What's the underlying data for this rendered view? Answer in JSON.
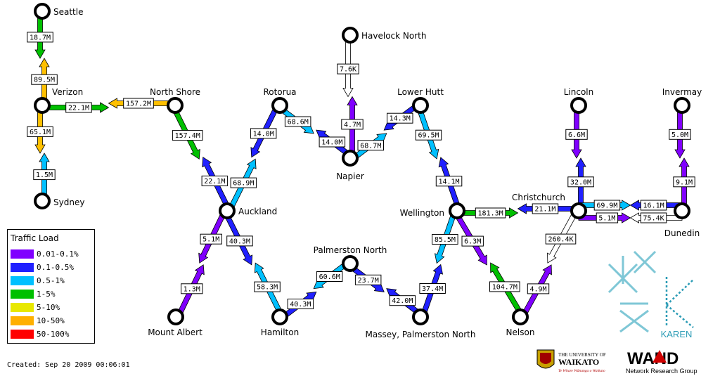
{
  "nodes": [
    {
      "id": "seattle",
      "name": "Seattle"
    },
    {
      "id": "verizon",
      "name": "Verizon"
    },
    {
      "id": "sydney",
      "name": "Sydney"
    },
    {
      "id": "northshore",
      "name": "North Shore"
    },
    {
      "id": "auckland",
      "name": "Auckland"
    },
    {
      "id": "mountalbert",
      "name": "Mount Albert"
    },
    {
      "id": "hamilton",
      "name": "Hamilton"
    },
    {
      "id": "rotorua",
      "name": "Rotorua"
    },
    {
      "id": "havelock",
      "name": "Havelock North"
    },
    {
      "id": "napier",
      "name": "Napier"
    },
    {
      "id": "lowerhutt",
      "name": "Lower Hutt"
    },
    {
      "id": "palmerston",
      "name": "Palmerston North"
    },
    {
      "id": "massey",
      "name": "Massey, Palmerston North"
    },
    {
      "id": "wellington",
      "name": "Wellington"
    },
    {
      "id": "nelson",
      "name": "Nelson"
    },
    {
      "id": "christchurch",
      "name": "Christchurch"
    },
    {
      "id": "lincoln",
      "name": "Lincoln"
    },
    {
      "id": "invermay",
      "name": "Invermay"
    },
    {
      "id": "dunedin",
      "name": "Dunedin"
    }
  ],
  "links": [
    {
      "from": "verizon",
      "to": "seattle",
      "value": "89.5M",
      "color": "#ffc000"
    },
    {
      "from": "seattle",
      "to": "verizon",
      "value": "18.7M",
      "color": "#00c000"
    },
    {
      "from": "verizon",
      "to": "sydney",
      "value": "65.1M",
      "color": "#ffc000"
    },
    {
      "from": "sydney",
      "to": "verizon",
      "value": "1.5M",
      "color": "#00c0ff"
    },
    {
      "from": "northshore",
      "to": "verizon",
      "value": "157.2M",
      "color": "#ffc000"
    },
    {
      "from": "verizon",
      "to": "northshore",
      "value": "22.1M",
      "color": "#00c000"
    },
    {
      "from": "northshore",
      "to": "auckland",
      "value": "157.4M",
      "color": "#00c000"
    },
    {
      "from": "auckland",
      "to": "northshore",
      "value": "22.1M",
      "color": "#2020ff"
    },
    {
      "from": "auckland",
      "to": "rotorua",
      "value": "68.9M",
      "color": "#00c0ff"
    },
    {
      "from": "rotorua",
      "to": "auckland",
      "value": "14.0M",
      "color": "#2020ff"
    },
    {
      "from": "rotorua",
      "to": "napier",
      "value": "68.6M",
      "color": "#00c0ff"
    },
    {
      "from": "napier",
      "to": "rotorua",
      "value": "14.0M",
      "color": "#2020ff"
    },
    {
      "from": "havelock",
      "to": "napier",
      "value": "7.6K",
      "color": "#ffffff"
    },
    {
      "from": "napier",
      "to": "havelock",
      "value": "4.7M",
      "color": "#8000ff"
    },
    {
      "from": "napier",
      "to": "lowerhutt",
      "value": "68.7M",
      "color": "#00c0ff"
    },
    {
      "from": "lowerhutt",
      "to": "napier",
      "value": "14.3M",
      "color": "#2020ff"
    },
    {
      "from": "lowerhutt",
      "to": "wellington",
      "value": "69.5M",
      "color": "#00c0ff"
    },
    {
      "from": "wellington",
      "to": "lowerhutt",
      "value": "14.1M",
      "color": "#2020ff"
    },
    {
      "from": "auckland",
      "to": "mountalbert",
      "value": "5.1M",
      "color": "#8000ff"
    },
    {
      "from": "mountalbert",
      "to": "auckland",
      "value": "1.3M",
      "color": "#8000ff"
    },
    {
      "from": "auckland",
      "to": "hamilton",
      "value": "40.3M",
      "color": "#2020ff"
    },
    {
      "from": "hamilton",
      "to": "auckland",
      "value": "58.3M",
      "color": "#00c0ff"
    },
    {
      "from": "hamilton",
      "to": "palmerston",
      "value": "40.3M",
      "color": "#2020ff"
    },
    {
      "from": "palmerston",
      "to": "hamilton",
      "value": "60.6M",
      "color": "#00c0ff"
    },
    {
      "from": "palmerston",
      "to": "massey",
      "value": "23.7M",
      "color": "#2020ff"
    },
    {
      "from": "massey",
      "to": "palmerston",
      "value": "42.0M",
      "color": "#2020ff"
    },
    {
      "from": "massey",
      "to": "wellington",
      "value": "37.4M",
      "color": "#2020ff"
    },
    {
      "from": "wellington",
      "to": "massey",
      "value": "85.5M",
      "color": "#00c0ff"
    },
    {
      "from": "wellington",
      "to": "nelson",
      "value": "6.3M",
      "color": "#8000ff"
    },
    {
      "from": "nelson",
      "to": "wellington",
      "value": "104.7M",
      "color": "#00c000"
    },
    {
      "from": "wellington",
      "to": "christchurch",
      "value": "181.3M",
      "color": "#00c000"
    },
    {
      "from": "christchurch",
      "to": "wellington",
      "value": "21.1M",
      "color": "#2020ff"
    },
    {
      "from": "nelson",
      "to": "christchurch",
      "value": "4.9M",
      "color": "#8000ff"
    },
    {
      "from": "christchurch",
      "to": "nelson",
      "value": "260.4K",
      "color": "#ffffff"
    },
    {
      "from": "lincoln",
      "to": "christchurch",
      "value": "6.6M",
      "color": "#8000ff"
    },
    {
      "from": "christchurch",
      "to": "lincoln",
      "value": "32.0M",
      "color": "#2020ff"
    },
    {
      "from": "christchurch",
      "to": "dunedin",
      "value": "69.9M",
      "color": "#00c0ff"
    },
    {
      "from": "dunedin",
      "to": "christchurch",
      "value": "16.1M",
      "color": "#2020ff"
    },
    {
      "from": "christchurch",
      "to": "dunedin",
      "value": "5.1M",
      "color": "#8000ff"
    },
    {
      "from": "dunedin",
      "to": "christchurch",
      "value": "75.4K",
      "color": "#ffffff"
    },
    {
      "from": "invermay",
      "to": "dunedin",
      "value": "5.0M",
      "color": "#8000ff"
    },
    {
      "from": "dunedin",
      "to": "invermay",
      "value": "9.1M",
      "color": "#8000ff"
    }
  ],
  "legend": {
    "title": "Traffic Load",
    "items": [
      {
        "label": "0.01-0.1%",
        "color": "#8000ff"
      },
      {
        "label": "0.1-0.5%",
        "color": "#2020ff"
      },
      {
        "label": "0.5-1%",
        "color": "#00c0ff"
      },
      {
        "label": "1-5%",
        "color": "#00c000"
      },
      {
        "label": "5-10%",
        "color": "#e8e800"
      },
      {
        "label": "10-50%",
        "color": "#ffb000"
      },
      {
        "label": "50-100%",
        "color": "#ff0000"
      }
    ]
  },
  "created": "Created: Sep 20 2009 00:06:01",
  "logos": {
    "karen": "KAREN",
    "waikato_line1": "THE UNIVERSITY OF",
    "waikato_line2": "WAIKATO",
    "waikato_motto": "Te Whare Wānanga o Waikato",
    "wand": "WAND",
    "wand_sub": "Network Research Group"
  }
}
